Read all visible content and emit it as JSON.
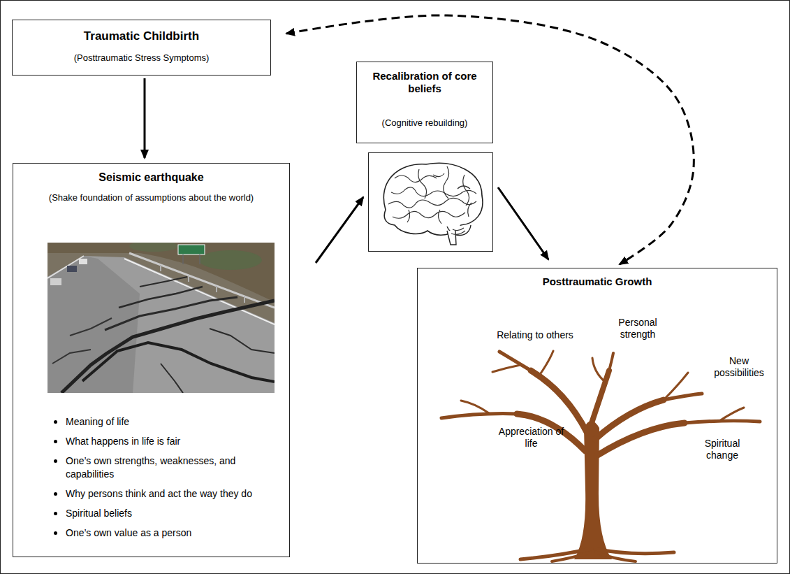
{
  "diagram": {
    "nodes": [
      {
        "text": [
          "Traumatic Childbirth",
          "(Posttraumatic Stress Symptoms)"
        ]
      },
      {
        "text": [
          "Seismic earthquake",
          "(Shake foundation of assumptions about the world)",
          "Meaning of life",
          "What happens in life is fair",
          "One’s own strengths, weaknesses, and capabilities",
          "Why persons think and act the way they do",
          "Spiritual beliefs",
          "One’s own value as a person"
        ]
      },
      {
        "text": [
          "Recalibration of core beliefs",
          "(Cognitive rebuilding)"
        ]
      },
      {
        "text": [
          "Posttraumatic Growth",
          "Relating to others",
          "Personal strength",
          "New possibilities",
          "Appreciation of life",
          "Spiritual change"
        ]
      }
    ],
    "edges": [
      {
        "from": 0,
        "to": 1,
        "arrow": "to"
      },
      {
        "from": 1,
        "to": 2,
        "arrow": "to"
      },
      {
        "from": 2,
        "to": 3,
        "arrow": "to"
      },
      {
        "from": 0,
        "to": 3,
        "arrow": "both"
      }
    ]
  }
}
